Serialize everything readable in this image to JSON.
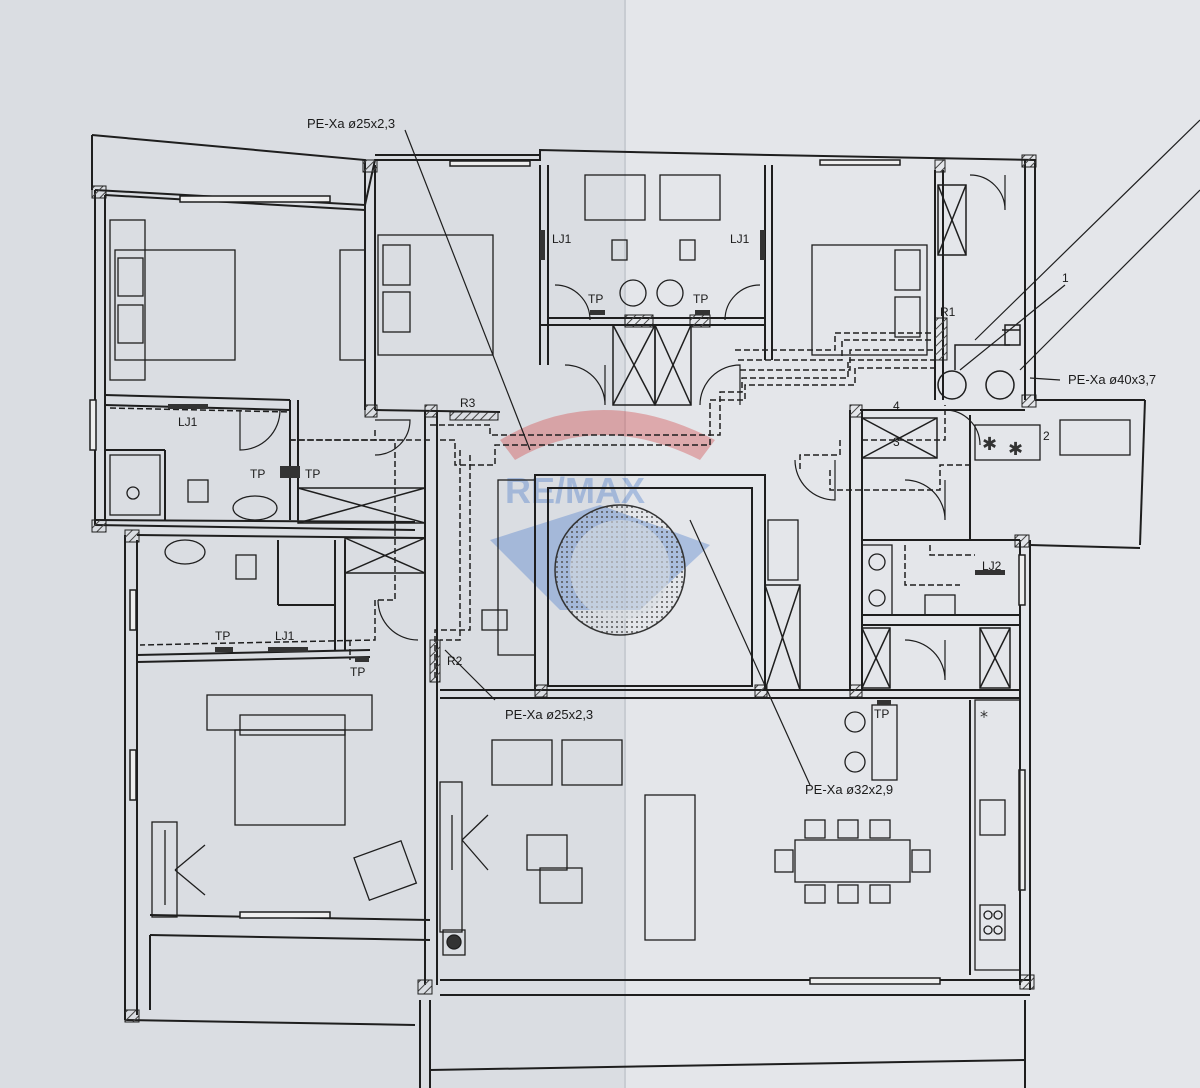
{
  "pipe_labels": {
    "top": "PE-Xa ø25x2,3",
    "right": "PE-Xa ø40x3,7",
    "middle": "PE-Xa ø25x2,3",
    "bottom": "PE-Xa ø32x2,9"
  },
  "tags": {
    "lj1_a": "LJ1",
    "lj1_b": "LJ1",
    "lj1_c": "LJ1",
    "lj1_d": "LJ1",
    "lj2": "LJ2",
    "tp_a": "TP",
    "tp_b": "TP",
    "tp_c": "TP",
    "tp_d": "TP",
    "tp_e": "TP",
    "tp_f": "TP",
    "tp_g": "TP",
    "r1": "R1",
    "r2": "R2",
    "r3": "R3"
  },
  "numbers": {
    "n1": "1",
    "n2": "2",
    "n3": "3",
    "n4": "4"
  },
  "watermark": "RE/MAX",
  "colors": {
    "paper": "#d9dde3",
    "ink": "#1e1e1e",
    "watermark_red": "#d23a3a",
    "watermark_blue": "#3f73c8"
  }
}
